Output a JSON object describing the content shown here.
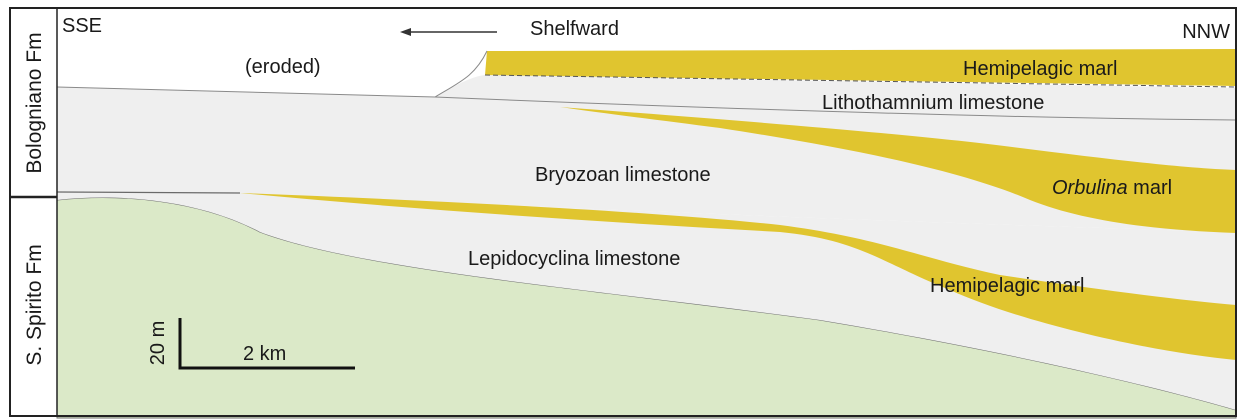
{
  "orientation": {
    "left": "SSE",
    "right": "NNW",
    "direction_label": "Shelfward"
  },
  "formations": {
    "upper": "Bologniano Fm",
    "lower": "S. Spirito Fm"
  },
  "units": {
    "eroded": "(eroded)",
    "hemipelagic_marl_upper": "Hemipelagic marl",
    "lithothamnium": "Lithothamnium limestone",
    "bryozoan": "Bryozoan limestone",
    "orbulina_italic": "Orbulina",
    "orbulina_rest": " marl",
    "lepidocyclina": "Lepidocyclina limestone",
    "hemipelagic_marl_lower": "Hemipelagic marl"
  },
  "scale_bar": {
    "vertical": "20 m",
    "horizontal": "2 km"
  },
  "colors": {
    "marl": "#e0c52f",
    "limestone": "#efefef",
    "green_unit": "#dbe9c8",
    "frame": "#222222"
  }
}
